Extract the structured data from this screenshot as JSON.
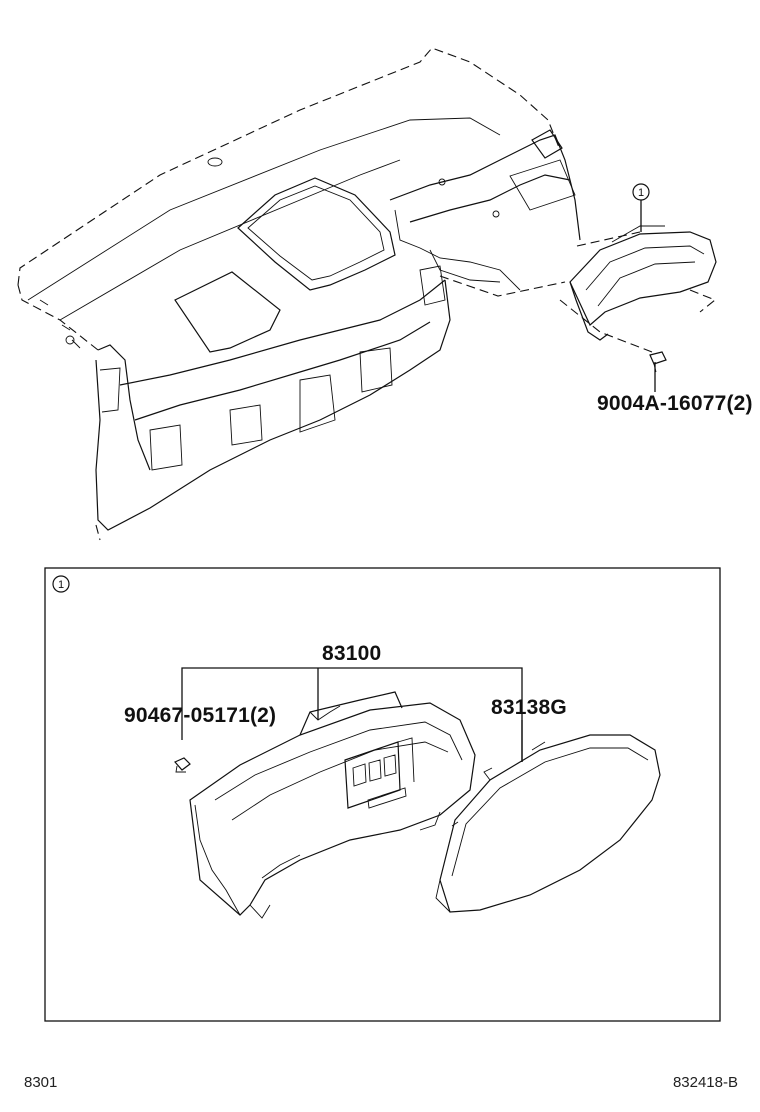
{
  "callout_number": "1",
  "parts": {
    "bolt_screw": "9004A-16077(2)",
    "meter_assy": "83100",
    "clip": "90467-05171(2)",
    "glass_lens": "83138G"
  },
  "footer": {
    "left": "8301",
    "right": "832418-B"
  }
}
